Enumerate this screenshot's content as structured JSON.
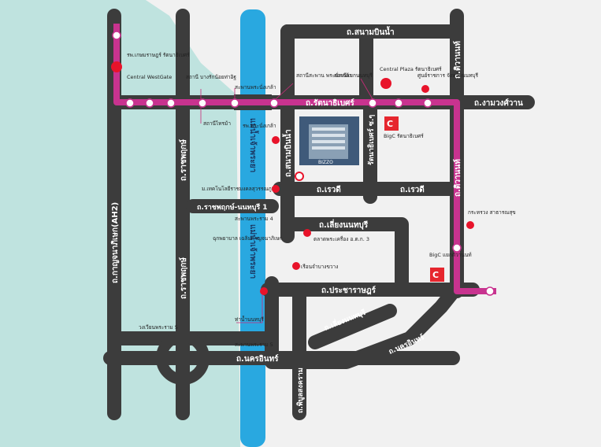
{
  "colors": {
    "sea": "#bfe3df",
    "land": "#f1f1f1",
    "road": "#3c3c3c",
    "river": "#29a8e0",
    "rail": "#c8338f",
    "marker": "#e8132a",
    "bigc": "#e6262e",
    "building_bg": "#3f5a7a"
  },
  "roads": {
    "sanambinnam_top": "ถ.สนามบินน้ำ",
    "rattanathibet": "ถ.รัตนาธิเบศร์",
    "ngamwongwan": "ถ.งามวงศ์วาน",
    "tiwanon_top": "ถ.ติวานนท์",
    "tiwanon_right": "ถ.ติวานนท์",
    "kanchanaphisek": "ถ.กาญจนาภิเษก(AH2)",
    "ratchaphruek_top": "ถ.ราชพฤกษ์",
    "ratchaphruek_bottom": "ถ.ราชพฤกษ์",
    "ratchaphruek_nonthaburi1": "ถ.ราชพฤกษ์-นนทบุรี 1",
    "sanambinnam_side": "ถ.สนามบินน้ำ",
    "rattanathibet_soi": "รัตนาธิเบศร์ ซ.ๆ",
    "ruamit1": "ถ.เรวดี",
    "ruamit2": "ถ.เรวดี",
    "liang_nonthaburi": "ถ.เลี่ยงนนทบุรี",
    "liang_nonthaburi2": "ถ.เลี่ยงนนทบุรี",
    "pracharat": "ถ.ประชาราษฎร์",
    "nakhon_in_bottom": "ถ.นครอินทร์",
    "nakhon_in_right": "ถ.นครอินทร์",
    "phibunsongkhram": "ถ.พิบูลสงคราม"
  },
  "river": {
    "upper": "แม่น้ำเจ้าพระยา",
    "lower": "แม่น้ำเจ้าพระยา"
  },
  "labels": {
    "hospital": "รพ.เกษมราษฎร์ รัตนาธิเบศร์",
    "central_westgate": "Central WestGate",
    "station_bangrak": "สถานี บางรักน้อยท่าอิฐ",
    "bridge_phra_nang_klao": "สะพานพระนั่งเกล้า",
    "station_phra_nang_klao": "สถานีสะพาน พระนั่งเกล้า",
    "station_nonthaburi": "สถานีแยกนนทบุรี",
    "central_plaza": "Central Plaza รัตนาธิเบศร์",
    "provincial_hall": "ศูนย์ราชการ จังหวัดนนทบุรี",
    "station_sai_ma": "สถานีไทรม้า",
    "hospital_phra_nang_klao": "รพ.พระนั่งเกล้า",
    "bigc_ratt": "BigC รัตนาธิเบศร์",
    "bigc_tiwanon": "BigC แยกติวานนท์",
    "rmutsb": "ม.เทคโนโลยีราชมงคลสุวรรณภูมิ",
    "bridge_rama4": "สะพานพระราม 4",
    "college": "ฉุกพยาบาล เฉลิมกาญจนาภิเษก",
    "market": "ตลาดพระเครื่อง อ.ต.ก. 3",
    "prison": "เรือนจำบางขวาง",
    "health_ministry": "กระทรวง สาธารณสุข",
    "pier": "ท่าน้ำนนทบุรี",
    "circle": "วงเวียนพระราม 5",
    "bridge_rama5": "สะพานพระราม 5",
    "bizzo": "BIZZO"
  }
}
